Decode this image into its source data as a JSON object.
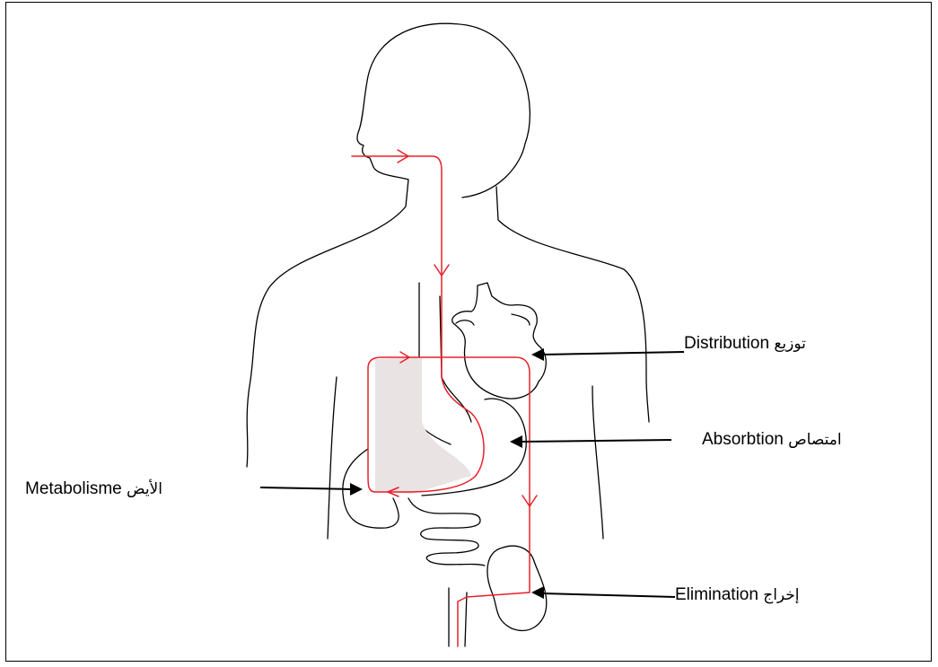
{
  "labels": {
    "distribution": {
      "latin": "Distribution",
      "arabic": "توزيع"
    },
    "absorption": {
      "latin": "Absorbtion",
      "arabic": "امتصاص"
    },
    "metabolism": {
      "latin": "Metabolisme",
      "arabic": "الأيض"
    },
    "elimination": {
      "latin": "Elimination",
      "arabic": "إخراج"
    }
  },
  "colors": {
    "outline": "#000000",
    "pathway": "#e8202a",
    "liver_fill": "#e9e3e3",
    "border": "#000000"
  }
}
